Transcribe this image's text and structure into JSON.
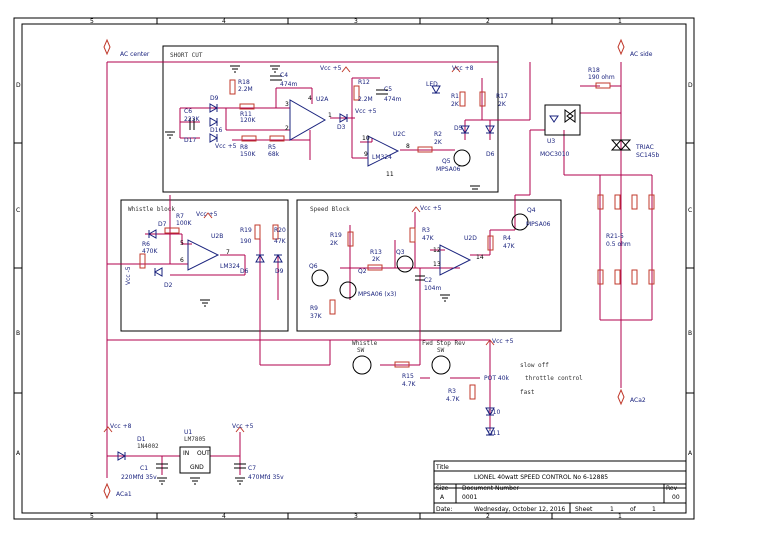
{
  "frame": {
    "columns": [
      "5",
      "4",
      "3",
      "2",
      "1"
    ],
    "rows": [
      "D",
      "C",
      "B",
      "A"
    ]
  },
  "title_block": {
    "title_label": "Title",
    "title": "LIONEL 40watt SPEED CONTROL No 6-12885",
    "size_label": "Size",
    "size": "A",
    "docnum_label": "Document Number",
    "docnum": "0001",
    "rev_label": "Rev",
    "rev": "00",
    "date_label": "Date:",
    "date": "Wednesday, October 12, 2016",
    "sheet_label": "Sheet",
    "sheet_num": "1",
    "of_label": "of",
    "sheet_total": "1"
  },
  "blocks": {
    "short_cut": "SHORT CUT",
    "whistle": "Whistle block",
    "speed": "Speed Block"
  },
  "nets": {
    "ac_center": "AC center",
    "ac_side": "AC side",
    "ac1": "ACa1",
    "ac2": "ACa2",
    "vcc": "Vcc +5",
    "vcc8": "Vcc +8",
    "vcc_minus": "Vcc -5"
  },
  "parts": {
    "r18a": "R18",
    "r18a_v": "2.2M",
    "c4": "C4",
    "c4_v": "474m",
    "r12": "R12",
    "r12_v": "2.2M",
    "c5": "C5",
    "c5_v": "474m",
    "led": "LED",
    "r1": "R1",
    "r1_v": "2K",
    "r17": "R17",
    "r17_v": "2K",
    "r18b": "R18",
    "r18b_v": "190 ohm",
    "c6": "C6",
    "c6_v": "223K",
    "d9a": "D9",
    "d16": "D16",
    "d17": "D17",
    "r11": "R11",
    "r11_v": "120K",
    "u2a": "U2A",
    "d3": "D3",
    "u2c": "U2C",
    "u2c_v": "LM324",
    "r8": "R8",
    "r8_v": "150K",
    "r5": "R5",
    "r5_v": "68k",
    "r2": "R2",
    "r2_v": "2K",
    "q5": "Q5",
    "q5_v": "MPSA06",
    "d5": "D5",
    "d6a": "D6",
    "u3": "U3",
    "u3_v": "MOC3010",
    "triac": "TRIAC",
    "triac_v": "SC145b",
    "r21": "R21-5",
    "r21_v": "0.5 ohm",
    "d7": "D7",
    "r7": "R7",
    "r7_v": "100K",
    "r6": "R6",
    "r6_v": "470K",
    "u2b": "U2B",
    "u2b_v": "LM324",
    "d2": "D2",
    "r19a": "R19",
    "r19a_v": "190",
    "r20": "R20",
    "r20_v": "47K",
    "d6b": "D6",
    "d9b": "D9",
    "r19b": "R19",
    "r19b_v": "2K",
    "r13": "R13",
    "r13_v": "2K",
    "q3": "Q3",
    "r3a": "R3",
    "r3a_v": "47K",
    "u2d": "U2D",
    "q4": "Q4",
    "q4_v": "MPSA06",
    "r4": "R4",
    "r4_v": "47K",
    "q6": "Q6",
    "q2": "Q2",
    "c2": "C2",
    "c2_v": "104m",
    "r9": "R9",
    "r9_v": "37K",
    "qx3": "MPSA06 (x3)",
    "sw_whistle": "Whistle",
    "sw_whistle_v": "SW",
    "sw_fwd": "Fwd Stop Rev",
    "sw_fwd_v": "SW",
    "r15": "R15",
    "r15_v": "4.7K",
    "pot": "POT 40k",
    "r3b": "R3",
    "r3b_v": "4.7K",
    "d10": "D10",
    "d11": "D11",
    "d1": "D1",
    "d1_v": "1N4002",
    "u1": "U1",
    "u1_v": "LM7805",
    "u1_in": "IN",
    "u1_out": "OUT",
    "u1_gnd": "GND",
    "c1": "C1",
    "c1_v": "220Mfd 35v",
    "c7": "C7",
    "c7_v": "470Mfd 35v"
  },
  "notes": {
    "slow_off": "slow off",
    "throttle": "throttle control",
    "fast": "fast"
  },
  "pins": [
    "1",
    "2",
    "3",
    "4",
    "6",
    "5",
    "7",
    "8",
    "9",
    "10",
    "11",
    "12",
    "13",
    "14"
  ]
}
